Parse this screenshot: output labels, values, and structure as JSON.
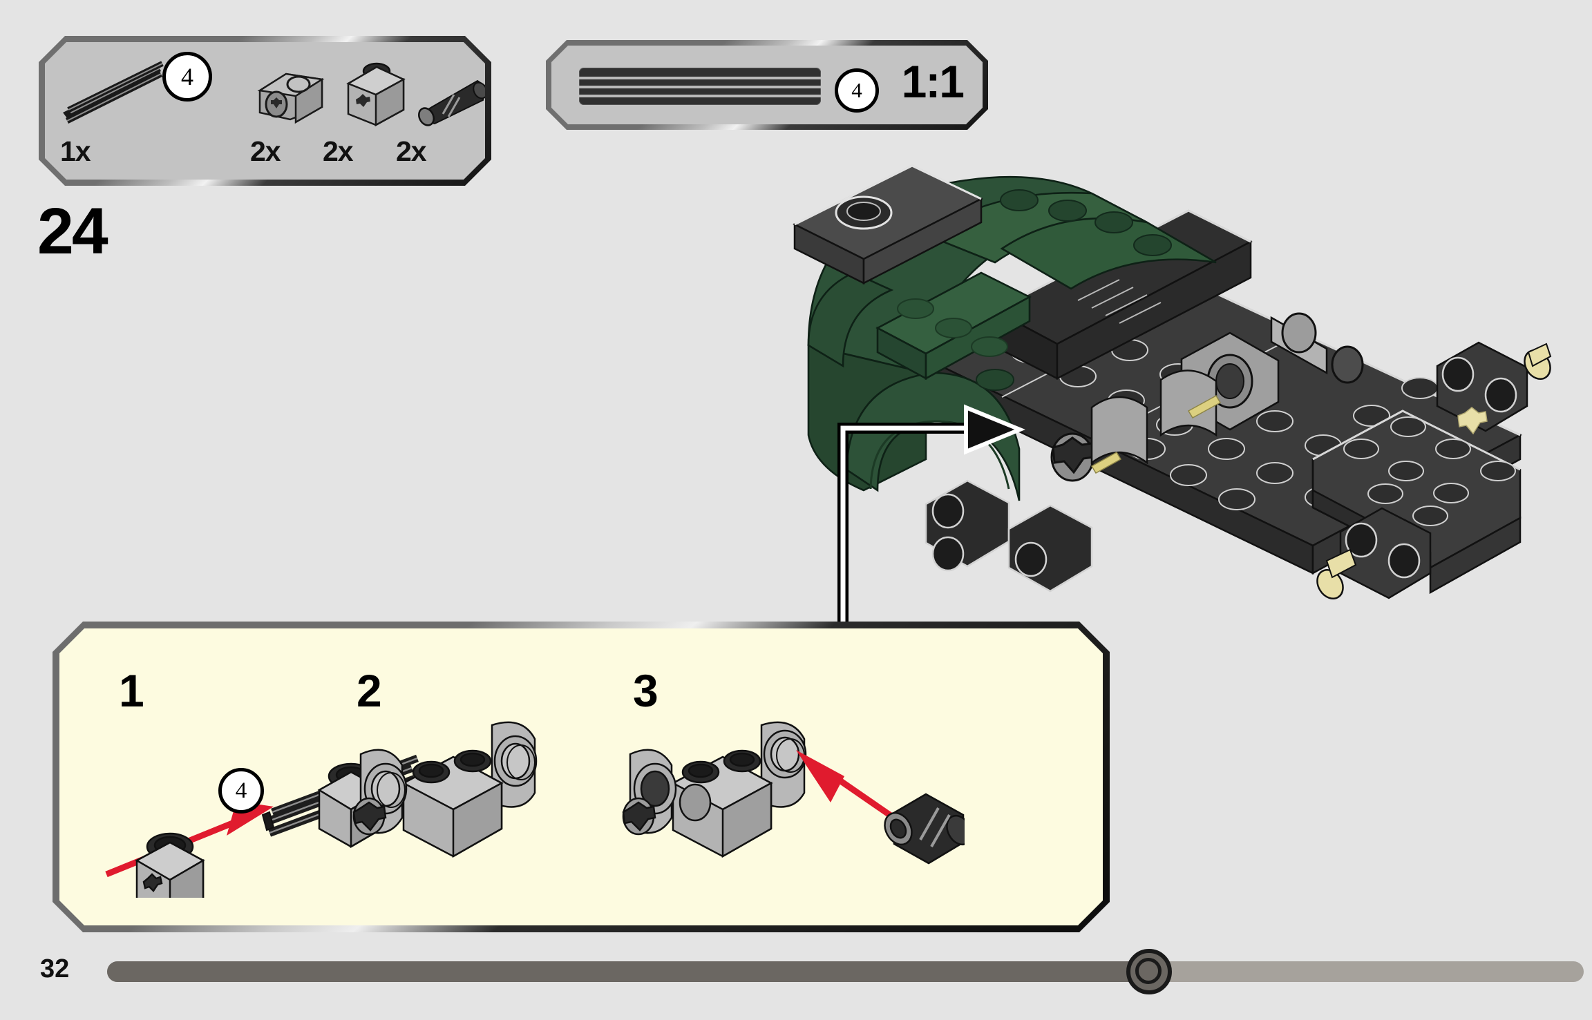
{
  "page": {
    "page_number": "32",
    "background_color": "#e4e4e4",
    "progress_percent": 70
  },
  "step": {
    "number": "24"
  },
  "parts_bin": {
    "background_color": "#c3c3c3",
    "parts": [
      {
        "name": "technic-axle-4",
        "quantity": "1x",
        "length_badge": "4",
        "color": "#2e2e2e"
      },
      {
        "name": "technic-axle-pin-connector",
        "quantity": "2x",
        "length_badge": "",
        "color": "#a8a8a8"
      },
      {
        "name": "technic-brick-1x1-with-hole",
        "quantity": "2x",
        "length_badge": "",
        "color": "#a8a8a8"
      },
      {
        "name": "technic-pin-with-bush",
        "quantity": "2x",
        "length_badge": "",
        "color": "#2e2e2e"
      }
    ]
  },
  "scale_panel": {
    "ratio_label": "1:1",
    "length_badge": "4",
    "part_name": "technic-axle-4",
    "background_color": "#c3c3c3"
  },
  "callout": {
    "background_color": "#fdfbe0",
    "substeps": [
      {
        "number": "1",
        "length_badge": "4",
        "has_arrow": true,
        "arrow_color": "#e01b2e"
      },
      {
        "number": "2",
        "length_badge": "",
        "has_arrow": false,
        "arrow_color": ""
      },
      {
        "number": "3",
        "length_badge": "",
        "has_arrow": true,
        "arrow_color": "#e01b2e"
      }
    ]
  },
  "model": {
    "body_color": "#2d5238",
    "chassis_color": "#3b3b3b",
    "accent_color": "#e8dfa8",
    "callout_arrow_color": "#ffffff"
  }
}
